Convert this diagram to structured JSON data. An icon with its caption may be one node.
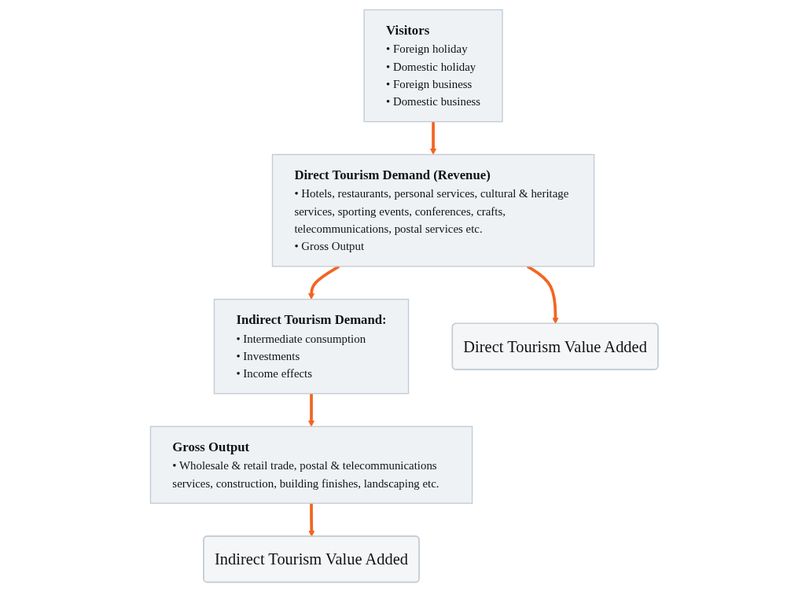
{
  "diagram": {
    "nodes": [
      {
        "text": [
          "Visitors",
          "• Foreign holiday",
          "• Domestic holiday",
          "• Foreign business",
          "• Domestic business"
        ]
      },
      {
        "text": [
          "Direct Tourism Demand (Revenue)",
          "• Hotels, restaurants, personal services, cultural & heritage services, sporting events, conferences, crafts, telecommunications, postal services etc.",
          "• Gross Output"
        ]
      },
      {
        "text": [
          "Indirect Tourism Demand:",
          "• Intermediate consumption",
          "• Investments",
          "• Income effects"
        ]
      },
      {
        "text": [
          "Gross Output",
          "• Wholesale & retail trade, postal & telecommunications services, construction, building finishes, landscaping etc."
        ]
      },
      {
        "text": [
          "Direct Tourism Value Added"
        ]
      },
      {
        "text": [
          "Indirect Tourism Value Added"
        ]
      }
    ],
    "edges": [
      {
        "from": 0,
        "to": 1,
        "arrow": "to"
      },
      {
        "from": 1,
        "to": 2,
        "arrow": "to"
      },
      {
        "from": 2,
        "to": 3,
        "arrow": "to"
      },
      {
        "from": 1,
        "to": 4,
        "arrow": "to"
      },
      {
        "from": 3,
        "to": 5,
        "arrow": "to"
      }
    ]
  }
}
